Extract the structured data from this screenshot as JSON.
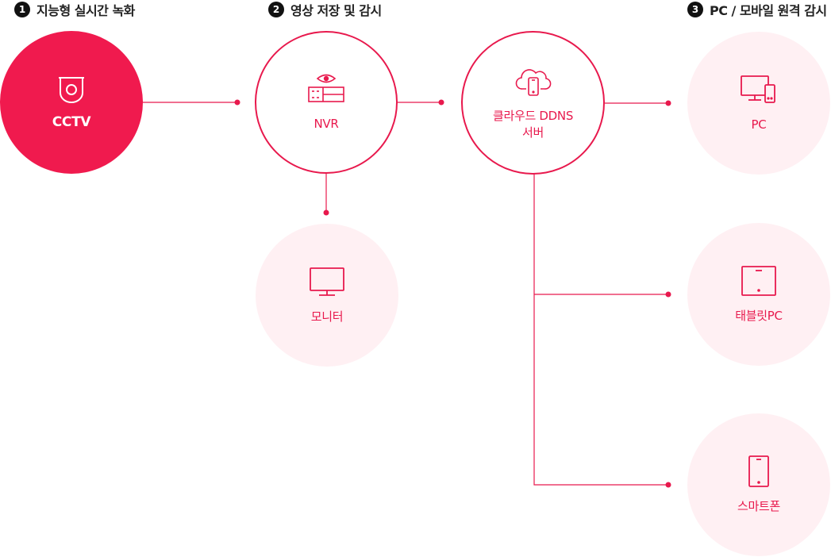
{
  "steps": [
    {
      "number": "1",
      "label": "지능형 실시간 녹화"
    },
    {
      "number": "2",
      "label": "영상 저장 및 감시"
    },
    {
      "number": "3",
      "label": "PC / 모바일 원격 감시"
    }
  ],
  "nodes": {
    "cctv": "CCTV",
    "nvr": "NVR",
    "monitor": "모니터",
    "cloud_line1": "클라우드 DDNS",
    "cloud_line2": "서버",
    "pc": "PC",
    "tablet": "태블릿PC",
    "smartphone": "스마트폰"
  },
  "icons": {
    "cctv": "cctv-camera-icon",
    "nvr": "nvr-recorder-icon",
    "monitor": "monitor-icon",
    "cloud": "cloud-phone-icon",
    "pc": "desktop-phone-icon",
    "tablet": "tablet-icon",
    "smartphone": "smartphone-icon"
  },
  "colors": {
    "accent": "#e8194d",
    "filled": "#f01a4e",
    "soft": "#fff0f3",
    "step_badge": "#111111"
  }
}
